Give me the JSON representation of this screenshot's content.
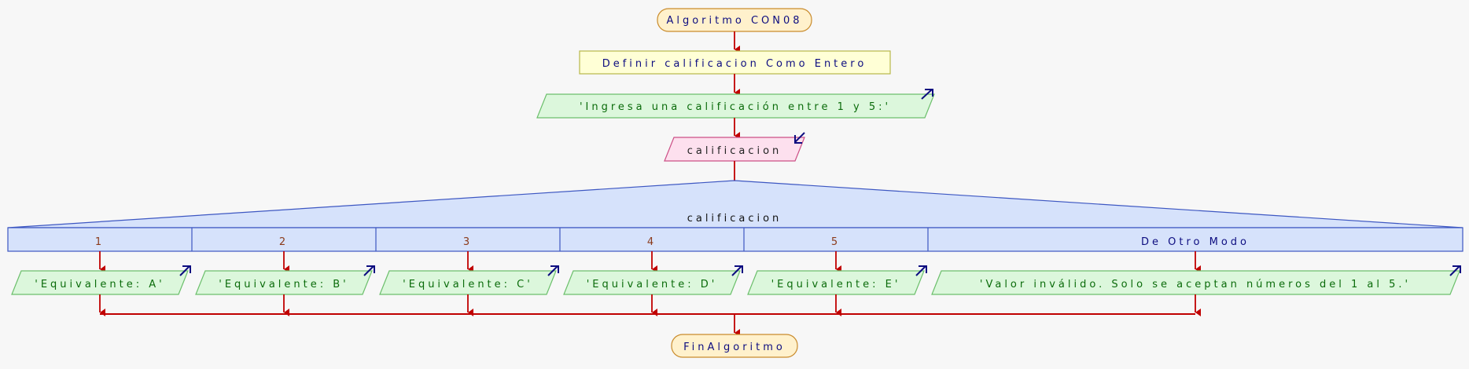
{
  "start": {
    "label": "Algoritmo CON08"
  },
  "define": {
    "label": "Definir calificacion Como Entero"
  },
  "prompt": {
    "label": "'Ingresa una calificación entre 1 y 5:'"
  },
  "read": {
    "label": "calificacion"
  },
  "switch": {
    "variable": "calificacion",
    "cases": [
      {
        "label": "1",
        "output": "'Equivalente: A'"
      },
      {
        "label": "2",
        "output": "'Equivalente: B'"
      },
      {
        "label": "3",
        "output": "'Equivalente: C'"
      },
      {
        "label": "4",
        "output": "'Equivalente: D'"
      },
      {
        "label": "5",
        "output": "'Equivalente: E'"
      },
      {
        "label": "De Otro Modo",
        "output": "'Valor inválido. Solo se aceptan números del 1 al 5.'"
      }
    ]
  },
  "end": {
    "label": "FinAlgoritmo"
  },
  "colors": {
    "terminal_fill": "#fff1cc",
    "terminal_stroke": "#c98b2c",
    "process_fill": "#ffffd6",
    "process_stroke": "#b8b84a",
    "output_fill": "#dcf7dc",
    "output_stroke": "#6bbf6b",
    "input_fill": "#fde0ee",
    "input_stroke": "#cc4f86",
    "switch_fill": "#d6e2fb",
    "switch_stroke": "#3d57c2",
    "arrow": "#c00000",
    "io_arrow": "#0d0d80"
  }
}
